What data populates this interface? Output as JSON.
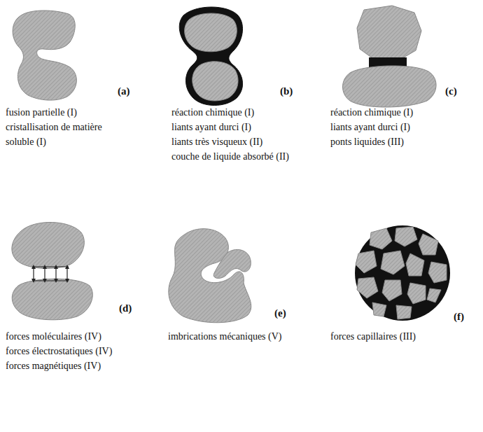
{
  "diagram": {
    "labels": [
      "(a)",
      "fusion partielle (I)",
      "cristallisation de matière soluble (I)",
      "(b)",
      "réaction chimique (I)",
      "liants ayant durci (I)",
      "liants très visqueux (II)",
      "couche de liquide absorbé (II)",
      "(c)",
      "réaction chimique (I)",
      "liants ayant durci (I)",
      "ponts liquides (III)",
      "(d)",
      "forces moléculaires (IV)",
      "forces électrostatiques (IV)",
      "forces magnétiques (IV)",
      "(e)",
      "imbrications mécaniques (V)",
      "(f)",
      "forces capillaires (III)"
    ]
  }
}
